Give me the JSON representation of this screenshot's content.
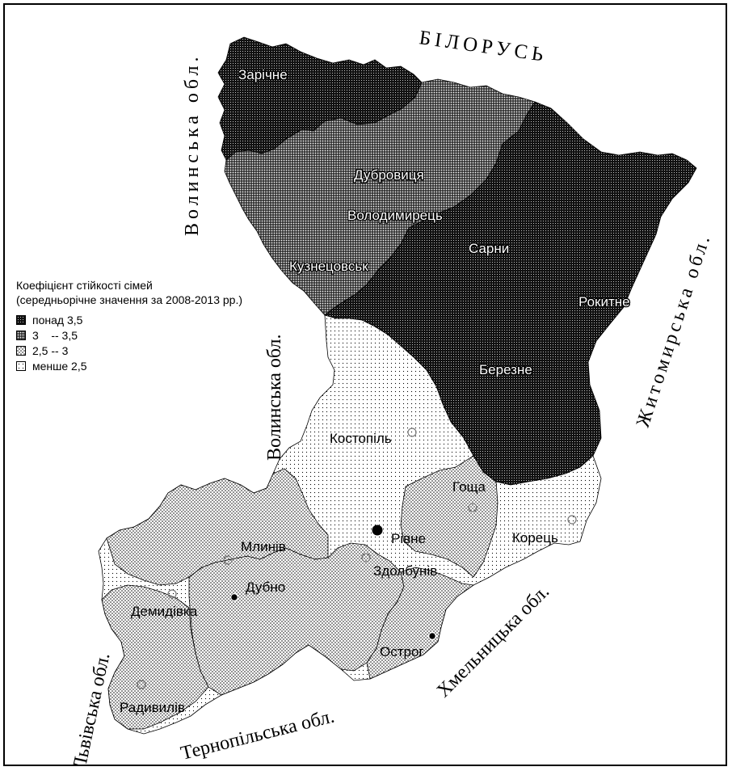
{
  "legend": {
    "title_line1": "Коефіцієнт стійкості сімей",
    "title_line2": "(середньорічне значення за 2008-2013 рр.)",
    "items": [
      {
        "label": "понад 3,5",
        "pattern": "p4"
      },
      {
        "label": "3    -- 3,5",
        "pattern": "p3"
      },
      {
        "label": "2,5 -- 3",
        "pattern": "p2"
      },
      {
        "label": "менше 2,5",
        "pattern": "p1"
      }
    ]
  },
  "neighbors": {
    "belarus": "БІЛОРУСЬ",
    "volyn_north": "Волинська обл.",
    "volyn_south": "Волинська обл.",
    "zhytomyr": "Житомирська обл.",
    "khmelnytskyi": "Хмельницька обл.",
    "ternopil": "Тернопільська обл.",
    "lviv": "Львівська обл."
  },
  "districts": {
    "zarichne": "Зарічне",
    "dubrovytsia": "Дубровиця",
    "volodymyrets": "Володимирець",
    "sarny": "Сарни",
    "kuznetsovsk": "Кузнецовськ",
    "rokytne": "Рокитне",
    "berezne": "Березне",
    "kostopil": "Костопіль",
    "hoshcha": "Гоща",
    "rivne": "Рівне",
    "korets": "Корець",
    "mlyniv": "Млинів",
    "zdolbuniv": "Здолбунів",
    "dubno": "Дубно",
    "demydivka": "Демидівка",
    "ostroh": "Острог",
    "radyvyliv": "Радивилів"
  },
  "colors": {
    "p4": "#2a2a2a",
    "p3": "#595959",
    "p2": "#9a9a9a",
    "p1": "#c8c8c8"
  }
}
